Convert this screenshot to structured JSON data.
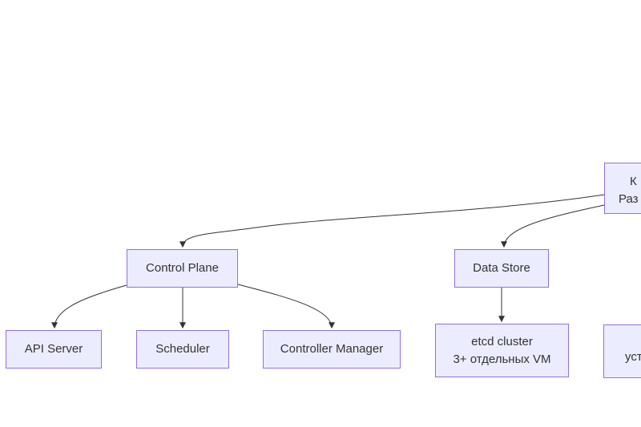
{
  "diagram": {
    "type": "flowchart",
    "orientation": "top-down",
    "colors": {
      "node_fill": "#ECECFF",
      "node_border": "#9370DB",
      "edge": "#333333",
      "text": "#333333",
      "background": "#FFFFFF"
    },
    "nodes": {
      "root": {
        "label_lines": [
          "К",
          "Раз"
        ],
        "clipped": "cut off at right edge of viewport"
      },
      "control_plane": {
        "label": "Control Plane"
      },
      "data_store": {
        "label": "Data Store"
      },
      "api_server": {
        "label": "API Server"
      },
      "scheduler": {
        "label": "Scheduler"
      },
      "controller_manager": {
        "label": "Controller Manager"
      },
      "etcd": {
        "label_lines": [
          "etcd cluster",
          "3+ отдельных VM"
        ]
      },
      "worker": {
        "label_lines": [
          "уста"
        ],
        "clipped": "cut off at right edge of viewport"
      }
    },
    "edges": [
      {
        "from": "root",
        "to": "control_plane"
      },
      {
        "from": "root",
        "to": "data_store"
      },
      {
        "from": "control_plane",
        "to": "api_server"
      },
      {
        "from": "control_plane",
        "to": "scheduler"
      },
      {
        "from": "control_plane",
        "to": "controller_manager"
      },
      {
        "from": "data_store",
        "to": "etcd"
      }
    ]
  }
}
